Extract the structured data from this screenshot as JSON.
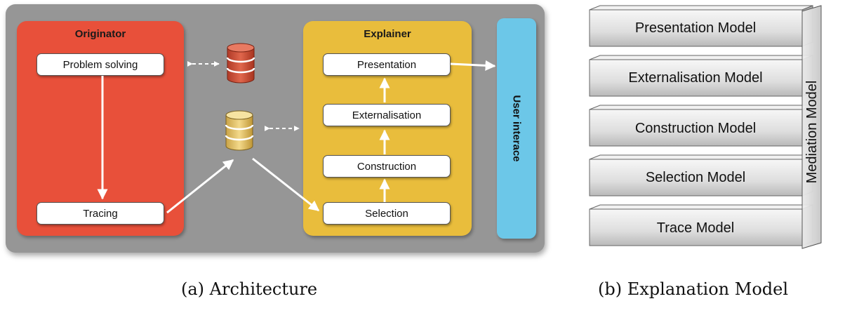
{
  "architecture": {
    "originator": {
      "title": "Originator",
      "problem_solving": "Problem solving",
      "tracing": "Tracing"
    },
    "explainer": {
      "title": "Explainer",
      "presentation": "Presentation",
      "externalisation": "Externalisation",
      "construction": "Construction",
      "selection": "Selection"
    },
    "user_interface": "User interace",
    "caption": "(a) Architecture",
    "colors": {
      "background": "#969696",
      "originator": "#e8503a",
      "explainer": "#e9bd3c",
      "user_interface": "#6cc7e8",
      "db_red": "#d4553c",
      "db_yellow": "#e8c56a"
    }
  },
  "explanation_model": {
    "layers": [
      "Presentation Model",
      "Externalisation Model",
      "Construction Model",
      "Selection Model",
      "Trace Model"
    ],
    "side_label": "Mediation Model",
    "caption": "(b) Explanation Model"
  }
}
